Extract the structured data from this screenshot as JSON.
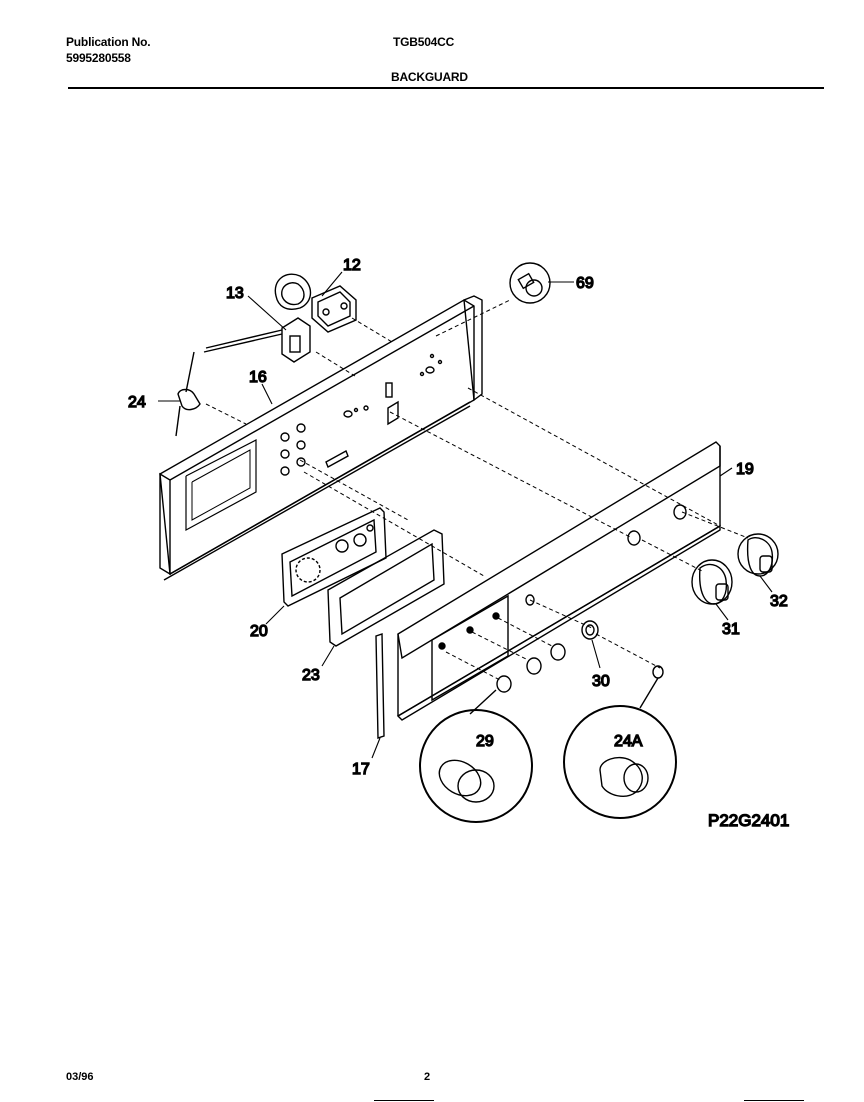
{
  "header": {
    "publication_label": "Publication No.",
    "publication_number": "5995280558",
    "model": "TGB504CC",
    "section_title": "BACKGUARD"
  },
  "callouts": {
    "c12": "12",
    "c13": "13",
    "c69": "69",
    "c24": "24",
    "c16": "16",
    "c19": "19",
    "c32": "32",
    "c31": "31",
    "c20": "20",
    "c23": "23",
    "c30": "30",
    "c29": "29",
    "c24a": "24A",
    "c17": "17"
  },
  "drawing_number": "P22G2401",
  "footer": {
    "date": "03/96",
    "page": "2"
  }
}
